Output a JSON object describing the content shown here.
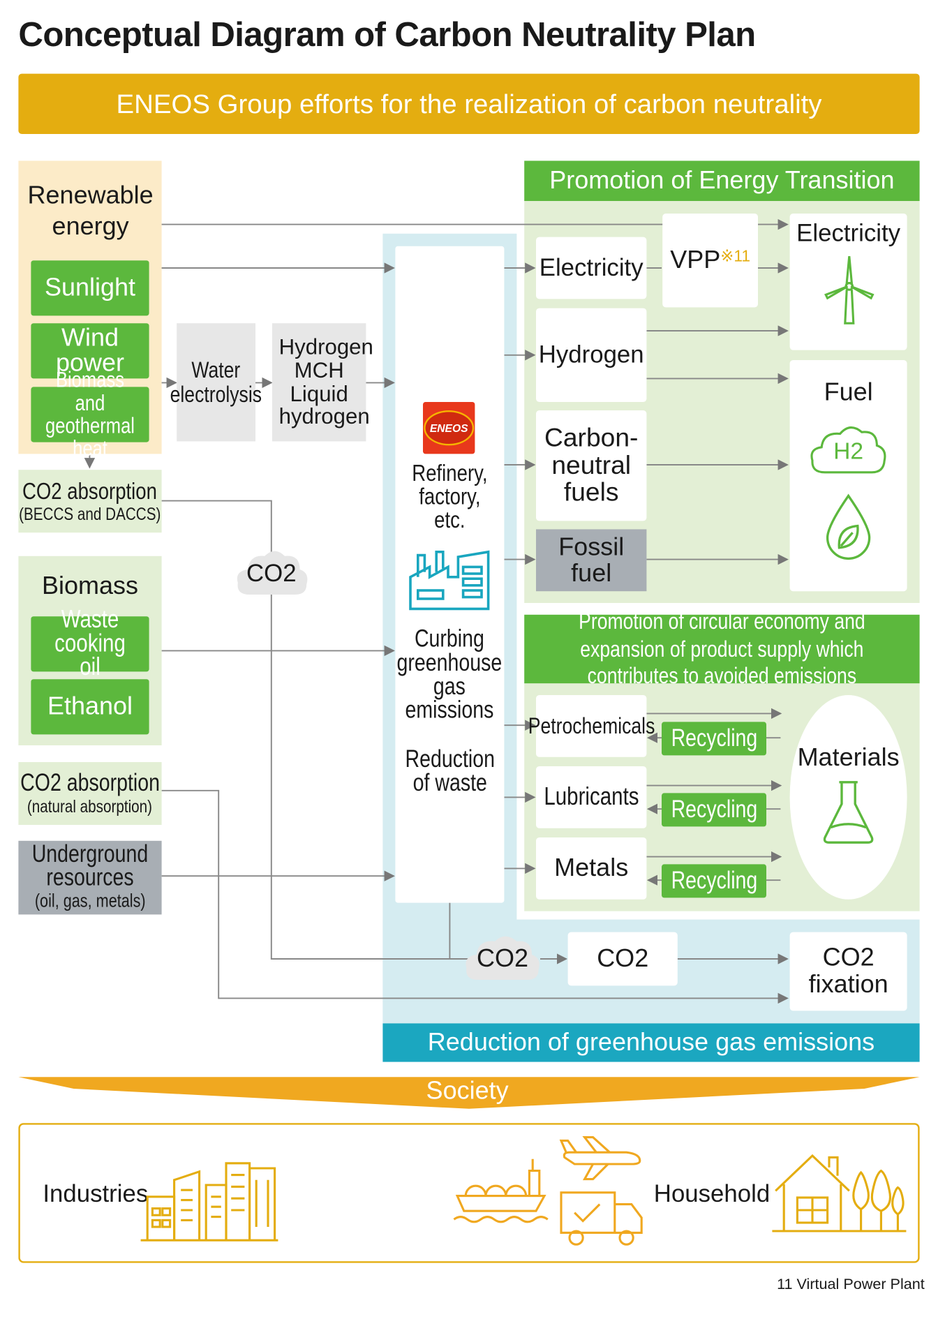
{
  "title": "Conceptual Diagram of Carbon Neutrality Plan",
  "banner": "ENEOS Group efforts for the realization of carbon neutrality",
  "left": {
    "renewable_title": "Renewable energy",
    "sunlight": "Sunlight",
    "wind": "Wind power",
    "biomass_geo": "Biomass and geothermal heat",
    "co2_abs_1": "CO2 absorption",
    "co2_abs_1_sub": "(BECCS and DACCS)",
    "biomass_title": "Biomass",
    "waste_oil": "Waste cooking oil",
    "ethanol": "Ethanol",
    "co2_abs_2": "CO2 absorption",
    "co2_abs_2_sub": "(natural absorption)",
    "underground": "Underground resources",
    "underground_sub": "(oil, gas, metals)"
  },
  "middle": {
    "water_electrolysis": "Water electrolysis",
    "hydrogen_mch": "Hydrogen MCH Liquid hydrogen",
    "co2_cloud_left": "CO2",
    "eneos_logo": "ENEOS",
    "refinery": "Refinery, factory, etc.",
    "curbing": "Curbing greenhouse gas emissions",
    "reduction_waste": "Reduction of waste"
  },
  "energy": {
    "header": "Promotion of Energy Transition",
    "electricity_mid": "Electricity",
    "vpp": "VPP",
    "vpp_note": "※11",
    "hydrogen": "Hydrogen",
    "carbon_neutral_fuels": "Carbon-neutral fuels",
    "fossil_fuel": "Fossil fuel",
    "electricity_right": "Electricity",
    "fuel": "Fuel",
    "h2": "H2"
  },
  "circular": {
    "header": "Promotion of circular economy and expansion of product supply which contributes to avoided emissions",
    "petrochemicals": "Petrochemicals",
    "lubricants": "Lubricants",
    "metals": "Metals",
    "recycling": "Recycling",
    "materials": "Materials"
  },
  "bottom_flow": {
    "co2_cloud": "CO2",
    "co2_box": "CO2",
    "co2_fixation": "CO2 fixation",
    "reduction_bar": "Reduction of greenhouse gas emissions"
  },
  "society": {
    "label": "Society",
    "industries": "Industries",
    "household": "Household"
  },
  "footnote": "11 Virtual Power Plant",
  "colors": {
    "gold": "#e4ad10",
    "green": "#5cb83d",
    "teal": "#1ba7c0",
    "society": "#f0a820"
  }
}
